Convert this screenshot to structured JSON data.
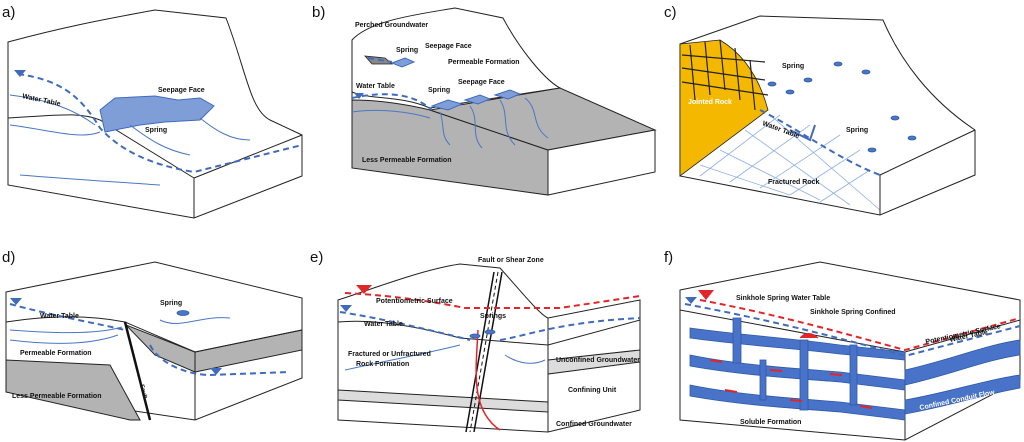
{
  "panels": [
    {
      "letter": "a)",
      "labels": {
        "water_table": "Water Table",
        "seepage_face": "Seepage Face",
        "spring": "Spring"
      }
    },
    {
      "letter": "b)",
      "labels": {
        "perched_groundwater": "Perched Groundwater",
        "spring_top": "Spring",
        "seepage_face_top": "Seepage Face",
        "permeable_formation": "Permeable Formation",
        "water_table": "Water Table",
        "spring_lower": "Spring",
        "seepage_face_lower": "Seepage Face",
        "less_permeable_formation": "Less Permeable Formation"
      }
    },
    {
      "letter": "c)",
      "labels": {
        "jointed_rock": "Jointed Rock",
        "spring_top": "Spring",
        "water_table": "Water Table",
        "spring_right": "Spring",
        "fractured_rock": "Fractured Rock"
      }
    },
    {
      "letter": "d)",
      "labels": {
        "water_table": "Water Table",
        "spring": "Spring",
        "permeable_formation": "Permeable Formation",
        "less_permeable_formation": "Less Permeable Formation",
        "fault": "Fault"
      }
    },
    {
      "letter": "e)",
      "labels": {
        "fault_or_shear_zone": "Fault or Shear Zone",
        "potentiometric_surface": "Potentiometric Surface",
        "springs": "Springs",
        "water_table": "Water Table",
        "unconfined_groundwater": "Unconfined Groundwater",
        "fractured_rock_line1": "Fractured or Unfractured",
        "fractured_rock_line2": "Rock Formation",
        "confining_unit": "Confining Unit",
        "confined_groundwater": "Confined Groundwater"
      }
    },
    {
      "letter": "f)",
      "labels": {
        "sinkhole_spring_water_table": "Sinkhole Spring Water Table",
        "sinkhole_spring_confined": "Sinkhole Spring Confined",
        "potentiometric_surface": "Potentiometric Surface",
        "water_table": "Water Table",
        "soluble_formation": "Soluble Formation",
        "confined_conduit_flow": "Confined Conduit Flow"
      }
    }
  ],
  "colors": {
    "water": "#3f6bbd",
    "seepage": "#7f9ed8",
    "confined": "#e0262a",
    "jointed_rock": "#f5b800",
    "formation_grey": "#b3b3b3"
  }
}
